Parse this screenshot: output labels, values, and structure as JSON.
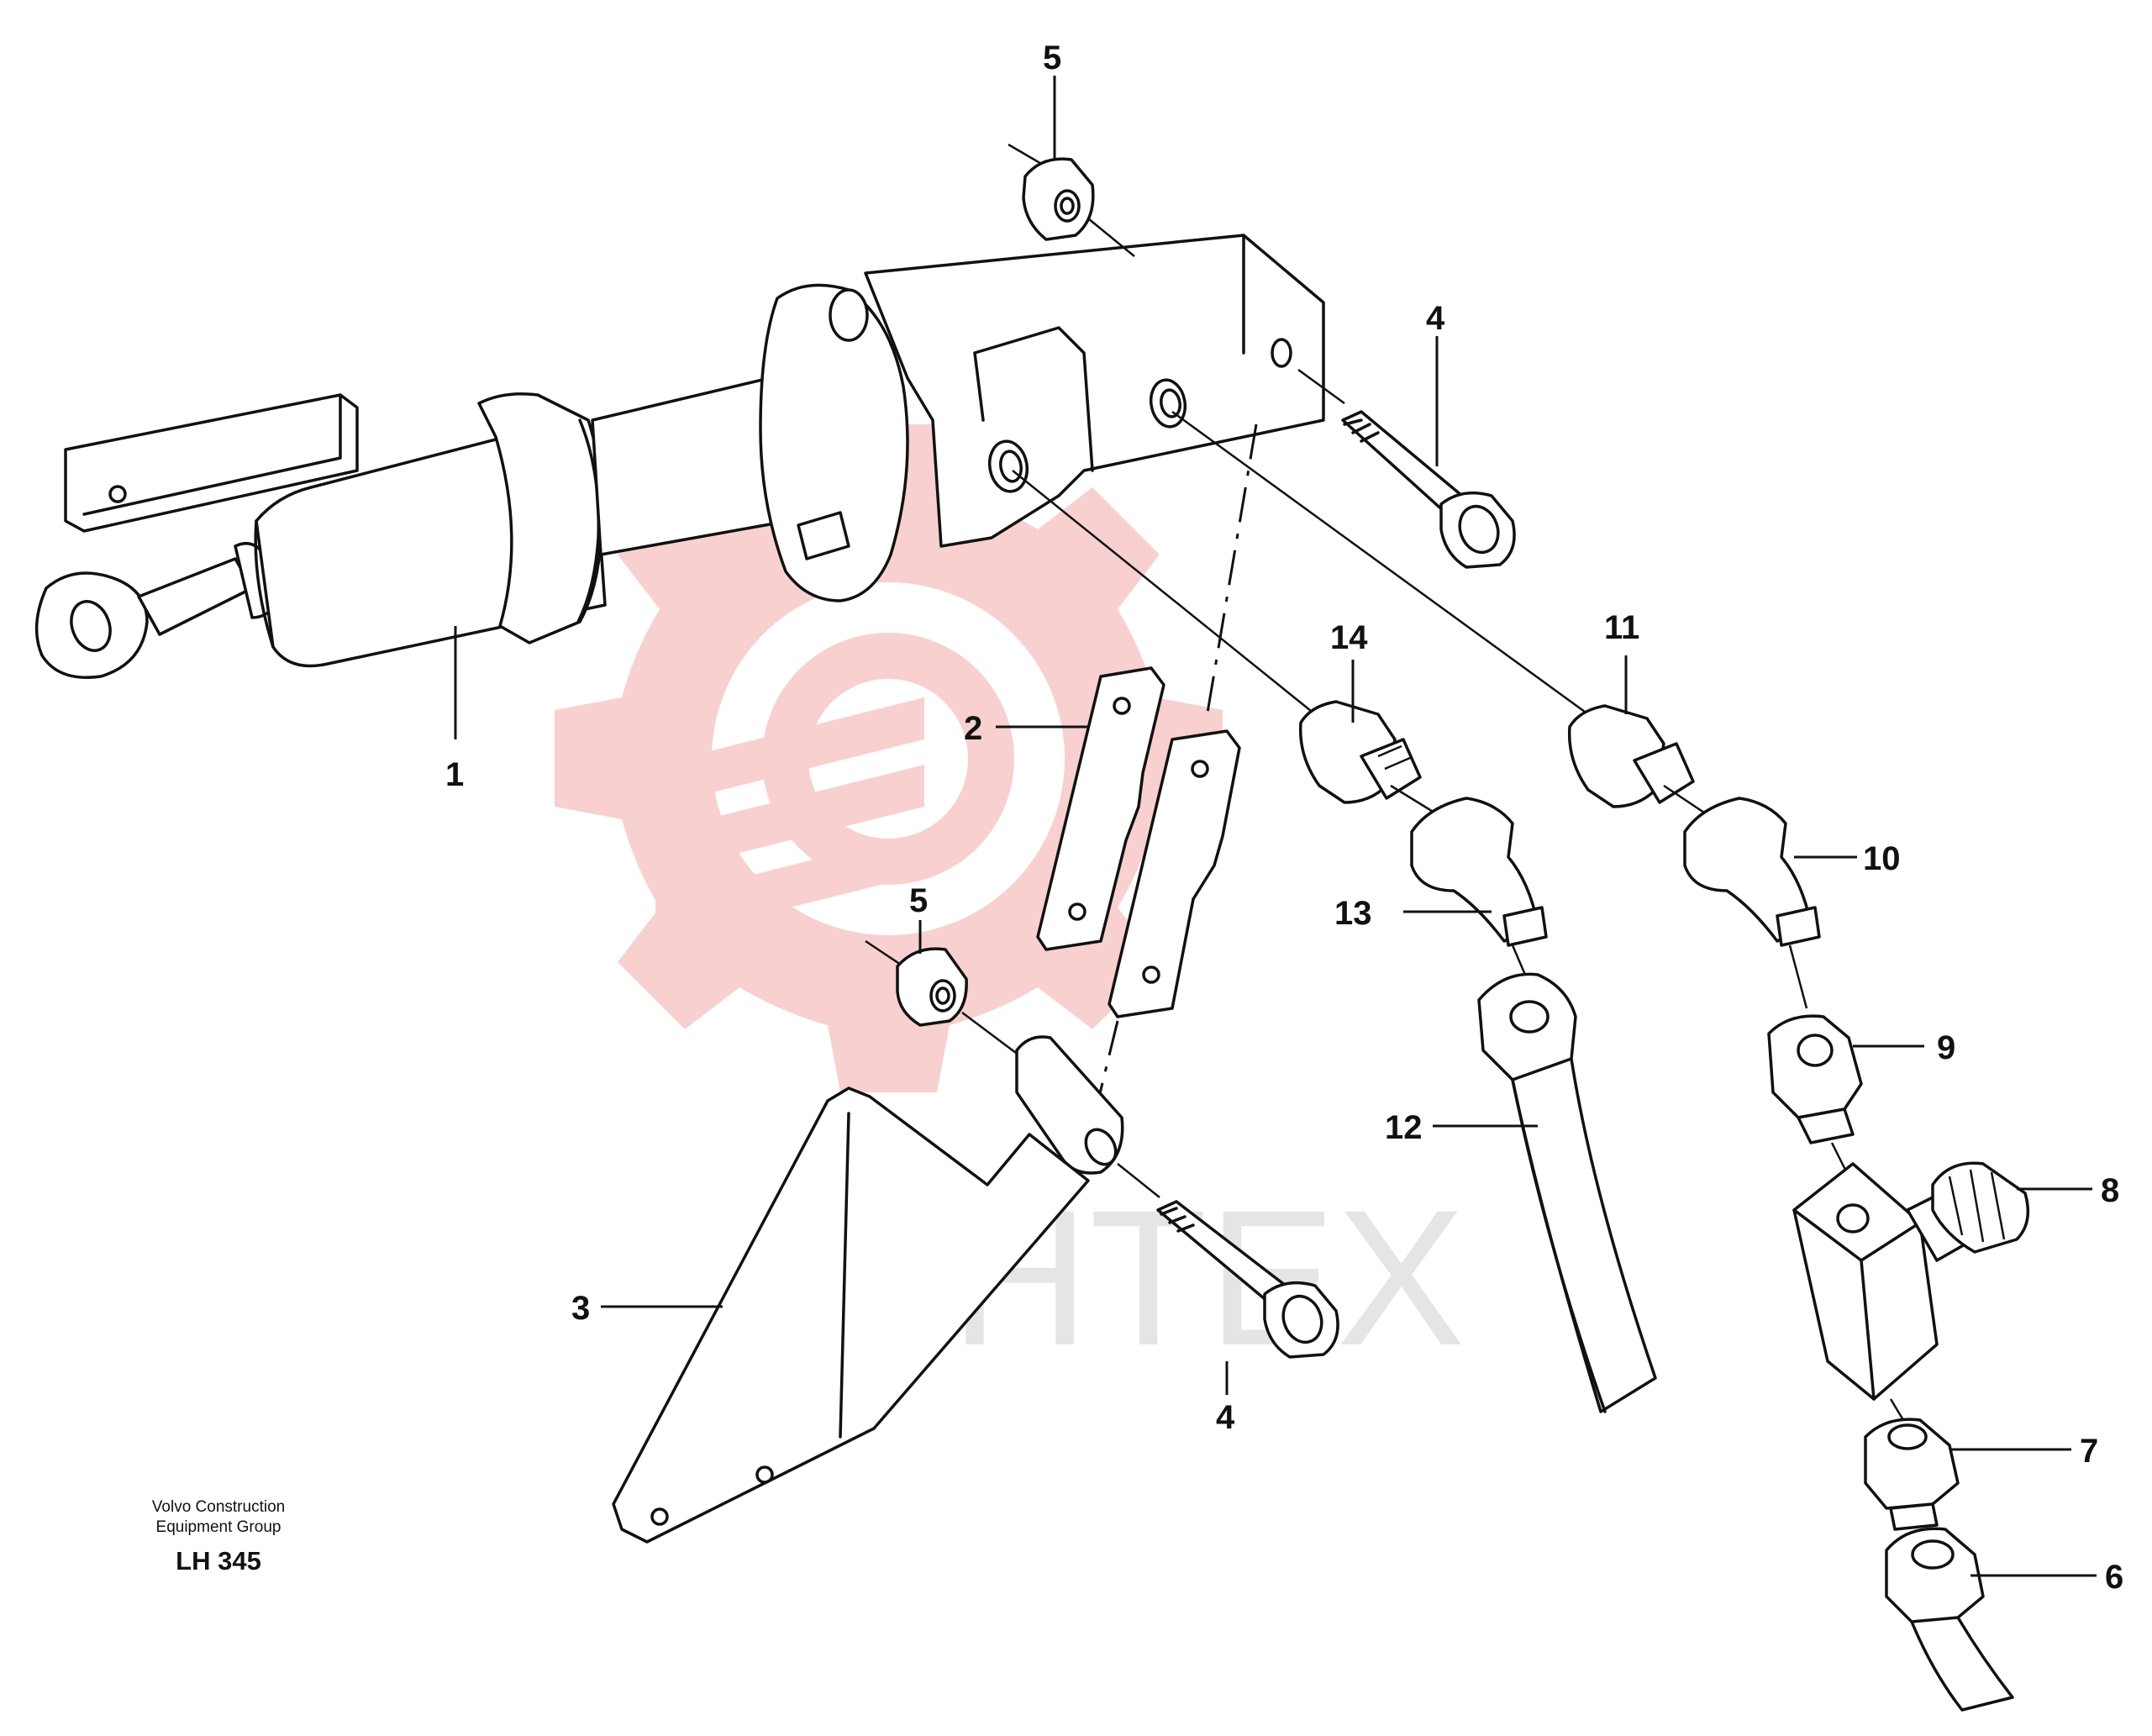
{
  "diagram": {
    "callouts": [
      {
        "id": "c1",
        "label": "1"
      },
      {
        "id": "c2",
        "label": "2"
      },
      {
        "id": "c3",
        "label": "3"
      },
      {
        "id": "c4a",
        "label": "4"
      },
      {
        "id": "c4b",
        "label": "4"
      },
      {
        "id": "c5a",
        "label": "5"
      },
      {
        "id": "c5b",
        "label": "5"
      },
      {
        "id": "c6",
        "label": "6"
      },
      {
        "id": "c7",
        "label": "7"
      },
      {
        "id": "c8",
        "label": "8"
      },
      {
        "id": "c9",
        "label": "9"
      },
      {
        "id": "c10",
        "label": "10"
      },
      {
        "id": "c11",
        "label": "11"
      },
      {
        "id": "c12",
        "label": "12"
      },
      {
        "id": "c13",
        "label": "13"
      },
      {
        "id": "c14",
        "label": "14"
      }
    ],
    "watermark": {
      "text": "ИНТЕХ",
      "color": "#e5e5e5",
      "logo_color": "#f8d0d0"
    },
    "company_line1": "Volvo Construction",
    "company_line2": "Equipment Group",
    "diagram_code": "LH 345"
  }
}
